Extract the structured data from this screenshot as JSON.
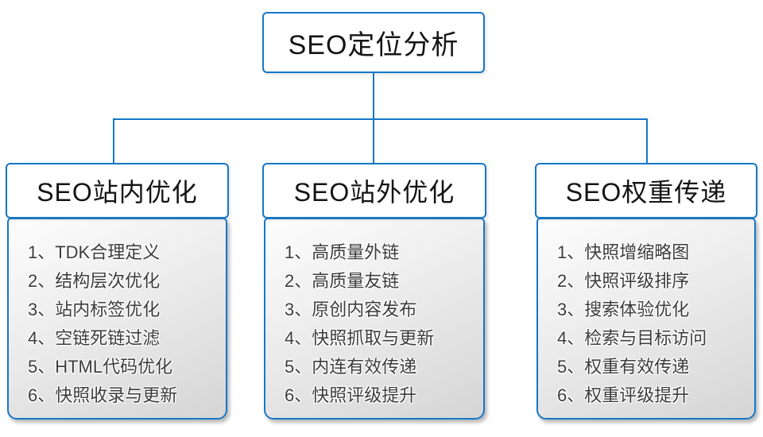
{
  "colors": {
    "accent": "#1677c8",
    "list_bg_top": "#fdfdfd",
    "list_bg_bottom": "#d5d5d5",
    "item_text": "#3c3c3c"
  },
  "root": {
    "label": "SEO定位分析"
  },
  "branches": [
    {
      "header": "SEO站内优化",
      "items": [
        "1、TDK合理定义",
        "2、结构层次优化",
        "3、站内标签优化",
        "4、空链死链过滤",
        "5、HTML代码优化",
        "6、快照收录与更新"
      ]
    },
    {
      "header": "SEO站外优化",
      "items": [
        "1、高质量外链",
        "2、高质量友链",
        "3、原创内容发布",
        "4、快照抓取与更新",
        "5、内连有效传递",
        "6、快照评级提升"
      ]
    },
    {
      "header": "SEO权重传递",
      "items": [
        "1、快照增缩略图",
        "2、快照评级排序",
        "3、搜索体验优化",
        "4、检索与目标访问",
        "5、权重有效传递",
        "6、权重评级提升"
      ]
    }
  ]
}
